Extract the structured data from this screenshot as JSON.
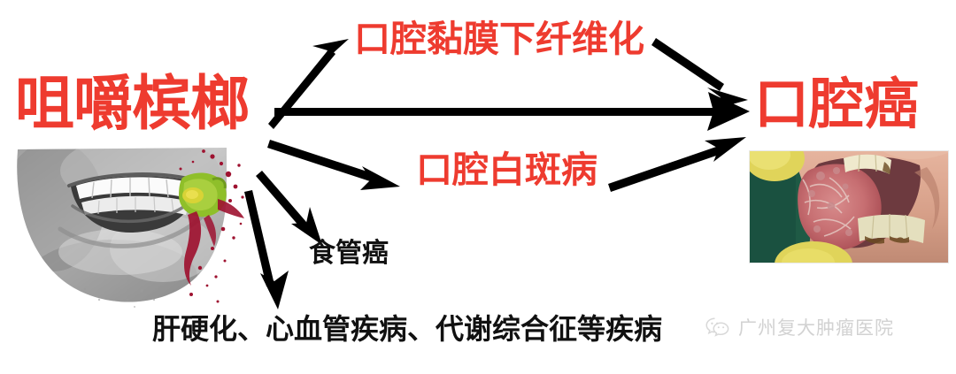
{
  "diagram": {
    "source": {
      "label": "咀嚼槟榔",
      "color": "#ee3b2f"
    },
    "intermediate_conditions": [
      {
        "label": "口腔黏膜下纤维化",
        "color": "#ee3b2f"
      },
      {
        "label": "口腔白斑病",
        "color": "#ee3b2f"
      }
    ],
    "outcome": {
      "label": "口腔癌",
      "color": "#ee3b2f"
    },
    "other_outcomes": [
      {
        "label": "食管癌",
        "color": "#111111"
      },
      {
        "label": "肝硬化、心血管疾病、代谢综合征等疾病",
        "color": "#111111"
      }
    ],
    "arrow_color": "#000000"
  },
  "images": {
    "left_illustration": {
      "name": "betel-nut-chewing-illustration",
      "alt": "灰度插画：张开的嘴咬着绿色槟榔并有红色血渍飞溅"
    },
    "right_photo": {
      "name": "oral-cancer-clinical-photo",
      "alt": "口腔癌临床照片：口腔内红色肿物，黄色拉钩，绿色背景布"
    }
  },
  "watermark": {
    "icon": "wechat-icon",
    "text": "广州复大肿瘤医院",
    "color": "#d2d2d2"
  }
}
